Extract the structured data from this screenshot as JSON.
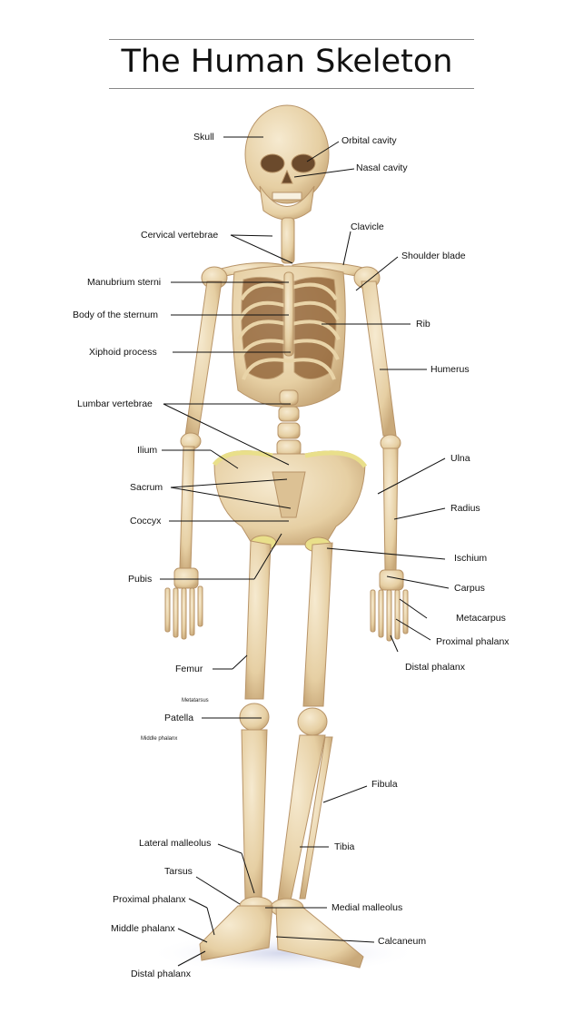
{
  "title": "The Human Skeleton",
  "labels": {
    "skull": "Skull",
    "orbital_cavity": "Orbital cavity",
    "nasal_cavity": "Nasal cavity",
    "cervical_vertebrae": "Cervical vertebrae",
    "clavicle": "Clavicle",
    "shoulder_blade": "Shoulder blade",
    "manubrium_sterni": "Manubrium sterni",
    "body_of_sternum": "Body of the sternum",
    "rib": "Rib",
    "xiphoid_process": "Xiphoid process",
    "humerus": "Humerus",
    "lumbar_vertebrae": "Lumbar vertebrae",
    "ilium": "Ilium",
    "ulna": "Ulna",
    "sacrum": "Sacrum",
    "radius": "Radius",
    "coccyx": "Coccyx",
    "ischium": "Ischium",
    "pubis": "Pubis",
    "carpus": "Carpus",
    "metacarpus": "Metacarpus",
    "proximal_phalanx_hand": "Proximal phalanx",
    "distal_phalanx_hand": "Distal phalanx",
    "femur": "Femur",
    "metatarsus": "Metatarsus",
    "patella": "Patella",
    "middle_phalanx_small": "Middle phalanx",
    "fibula": "Fibula",
    "lateral_malleolus": "Lateral malleolus",
    "tibia": "Tibia",
    "tarsus": "Tarsus",
    "proximal_phalanx_foot": "Proximal phalanx",
    "medial_malleolus": "Medial malleolus",
    "middle_phalanx_foot": "Middle phalanx",
    "calcaneum": "Calcaneum",
    "distal_phalanx_foot": "Distal phalanx"
  },
  "colors": {
    "bone": "#ecd9b4",
    "bone_shadow": "#c9a97a",
    "rib_cavity": "#8a5a2e",
    "pelvis_rim": "#e9df8a",
    "leader": "#111111"
  }
}
